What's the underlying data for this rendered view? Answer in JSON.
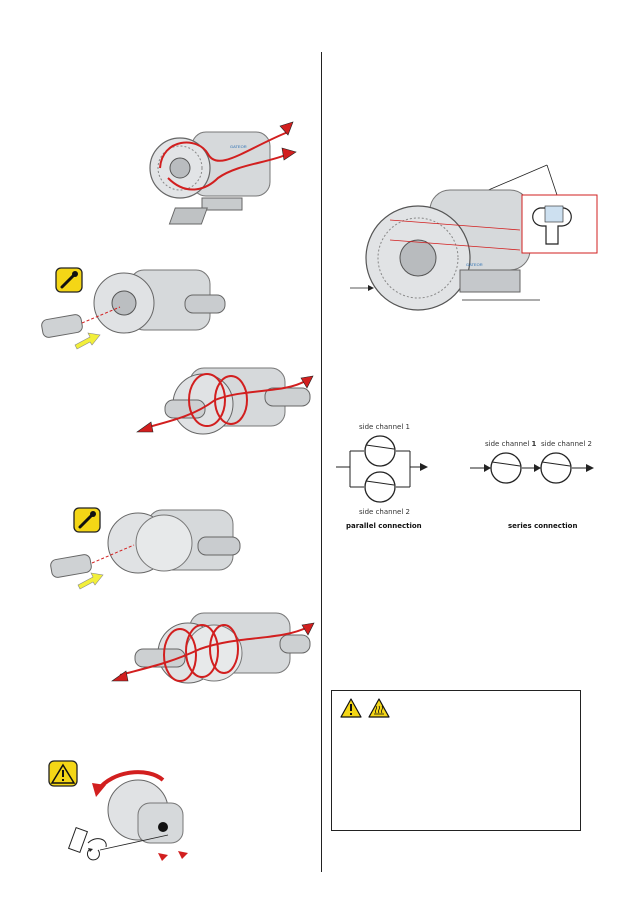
{
  "diagram": {
    "parallel_top_label": "side channel 1",
    "parallel_bottom_label": "side channel 2",
    "parallel_caption": "parallel connection",
    "series_label_1_prefix": "side channel ",
    "series_label_1_num": "1",
    "series_label_2": "side channel 2",
    "series_caption": "series connection"
  },
  "colors": {
    "flow_red": "#d21f1f",
    "warning_yellow": "#f4d616",
    "arrow_yellow": "#f2ef3a",
    "line": "#222222"
  },
  "icons": [
    "wrench-screwdriver-icon",
    "warning-icon",
    "hot-surface-warning-icon",
    "rotation-arrow-icon"
  ]
}
